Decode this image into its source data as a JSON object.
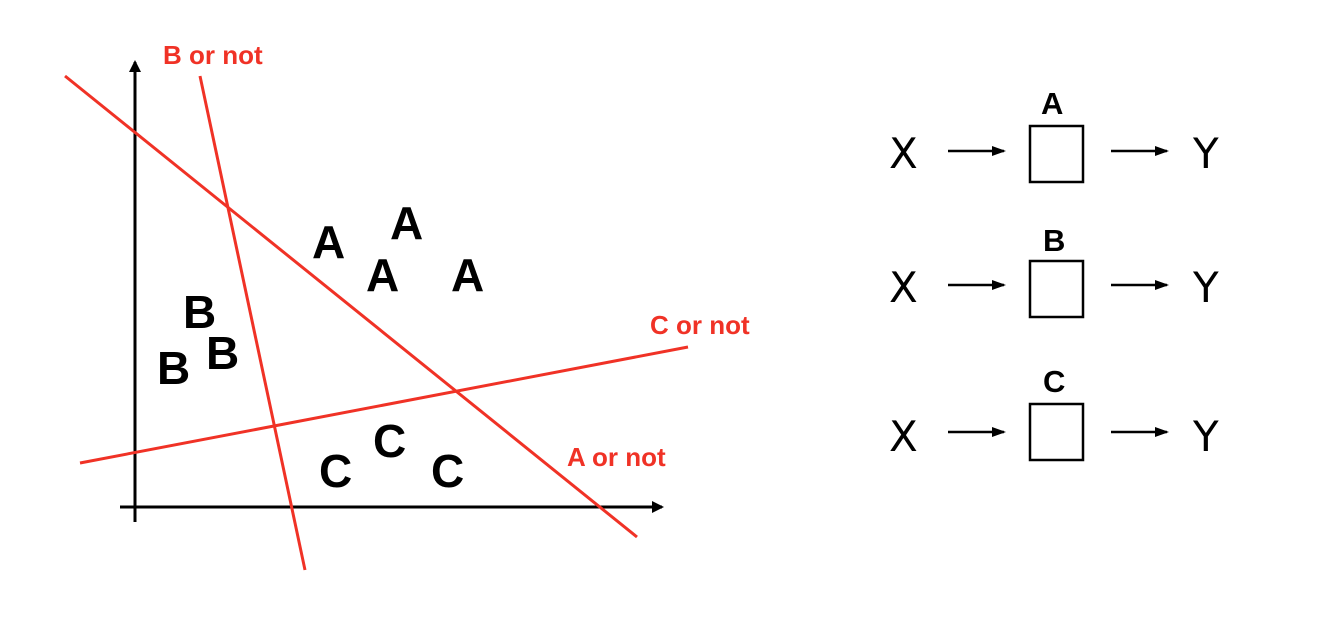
{
  "colors": {
    "boundary": "#f03226",
    "ink": "#000000"
  },
  "scatter": {
    "points": [
      {
        "label": "A"
      },
      {
        "label": "A"
      },
      {
        "label": "A"
      },
      {
        "label": "A"
      },
      {
        "label": "B"
      },
      {
        "label": "B"
      },
      {
        "label": "B"
      },
      {
        "label": "C"
      },
      {
        "label": "C"
      },
      {
        "label": "C"
      }
    ],
    "boundaries": [
      {
        "label": "B or not"
      },
      {
        "label": "C or not"
      },
      {
        "label": "A or not"
      }
    ]
  },
  "classifiers": [
    {
      "input": "X",
      "box_label": "A",
      "output": "Y"
    },
    {
      "input": "X",
      "box_label": "B",
      "output": "Y"
    },
    {
      "input": "X",
      "box_label": "C",
      "output": "Y"
    }
  ]
}
